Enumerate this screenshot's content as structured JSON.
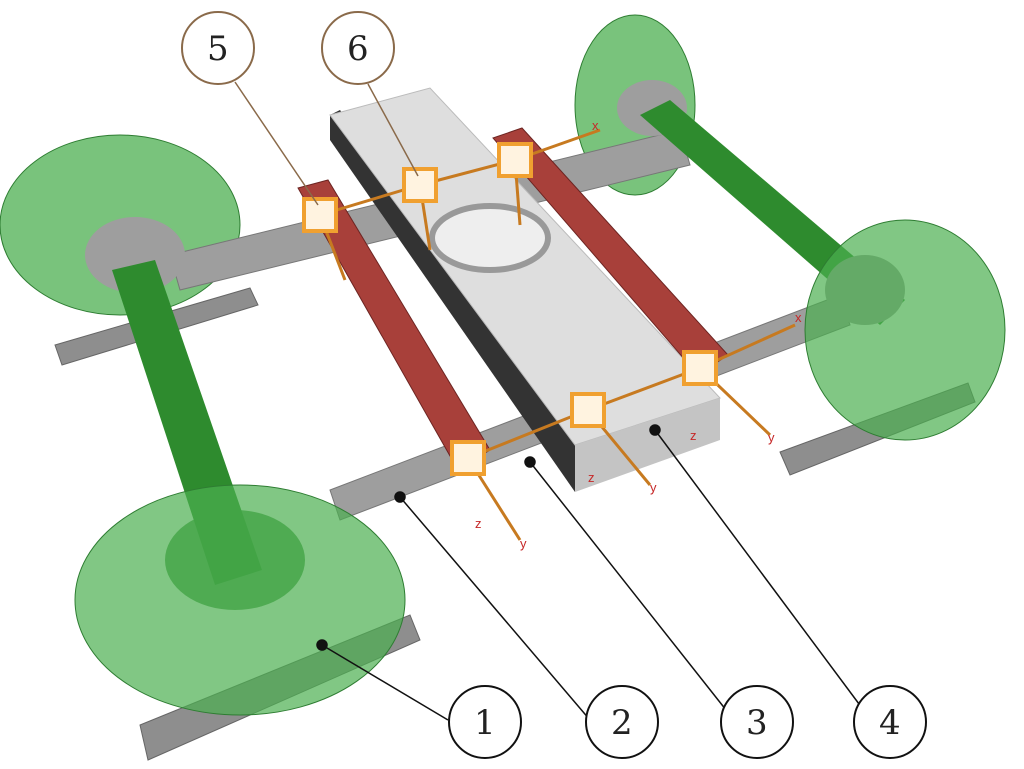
{
  "callouts": {
    "c1": "1",
    "c2": "2",
    "c3": "3",
    "c4": "4",
    "c5": "5",
    "c6": "6"
  },
  "axis_labels": {
    "x": "x",
    "y": "y",
    "z": "z"
  },
  "colors": {
    "wheel": "#3fa83f",
    "axle": "#2e8b2e",
    "frame": "#9a9a9a",
    "plate": "#dcdcdc",
    "beam": "#a8403a",
    "sensor": "#f0a030",
    "callout_ring": "#8a6a4a"
  }
}
